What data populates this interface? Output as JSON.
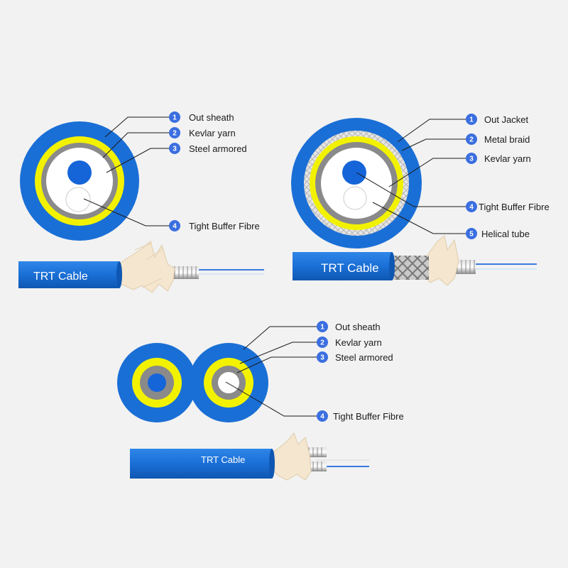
{
  "colors": {
    "background": "#f2f2f2",
    "jacket_blue": "#1a6fd6",
    "jacket_dark": "#0f57b2",
    "kevlar_yellow": "#f2f200",
    "armor_gray": "#8a8a8a",
    "fiber_blue": "#1565d8",
    "badge_blue": "#3b6fe0"
  },
  "diagrams": [
    {
      "name": "single-armored",
      "callouts": [
        {
          "number": "1",
          "label": "Out sheath"
        },
        {
          "number": "2",
          "label": "Kevlar yarn"
        },
        {
          "number": "3",
          "label": "Steel armored"
        },
        {
          "number": "4",
          "label": "Tight Buffer Fibre"
        }
      ],
      "cable_label": "TRT Cable"
    },
    {
      "name": "braided-armored",
      "callouts": [
        {
          "number": "1",
          "label": "Out Jacket"
        },
        {
          "number": "2",
          "label": "Metal braid"
        },
        {
          "number": "3",
          "label": "Kevlar yarn"
        },
        {
          "number": "4",
          "label": "Tight Buffer Fibre"
        },
        {
          "number": "5",
          "label": "Helical tube"
        }
      ],
      "cable_label": "TRT Cable"
    },
    {
      "name": "figure-eight-armored",
      "callouts": [
        {
          "number": "1",
          "label": "Out sheath"
        },
        {
          "number": "2",
          "label": "Kevlar yarn"
        },
        {
          "number": "3",
          "label": "Steel armored"
        },
        {
          "number": "4",
          "label": "Tight Buffer Fibre"
        }
      ],
      "cable_label": "TRT Cable"
    }
  ]
}
